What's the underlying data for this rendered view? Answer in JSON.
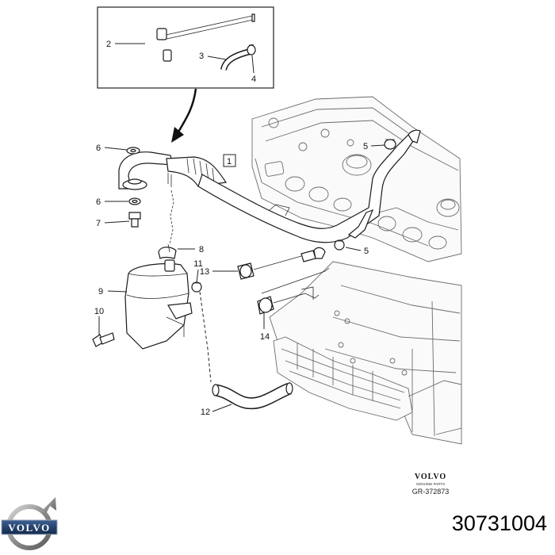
{
  "brand": {
    "logo_text": "VOLVO",
    "stamp_brand": "VOLVO",
    "stamp_subtitle": "GENUINE PARTS",
    "stamp_ref": "GR-372873"
  },
  "part_number": "30731004",
  "callouts": {
    "c1": "1",
    "c2": "2",
    "c3": "3",
    "c4": "4",
    "c5a": "5",
    "c5b": "5",
    "c6a": "6",
    "c6b": "6",
    "c7": "7",
    "c8": "8",
    "c9": "9",
    "c10": "10",
    "c11": "11",
    "c12": "12",
    "c13": "13",
    "c14": "14"
  },
  "colors": {
    "line": "#222222",
    "engine": "#6b6b6b",
    "background": "#ffffff"
  }
}
